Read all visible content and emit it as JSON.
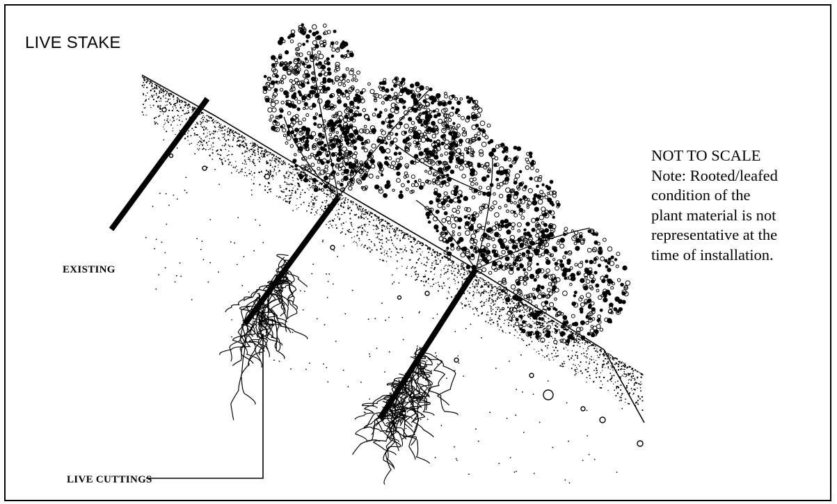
{
  "diagram": {
    "title": "LIVE STAKE",
    "note": {
      "heading": "NOT TO SCALE",
      "lines": [
        "Note: Rooted/leafed",
        "condition of the",
        "plant material is not",
        "representative at the",
        "time of installation."
      ]
    },
    "labels": {
      "existing": "EXISTING",
      "live_cuttings": "LIVE CUTTINGS"
    }
  }
}
